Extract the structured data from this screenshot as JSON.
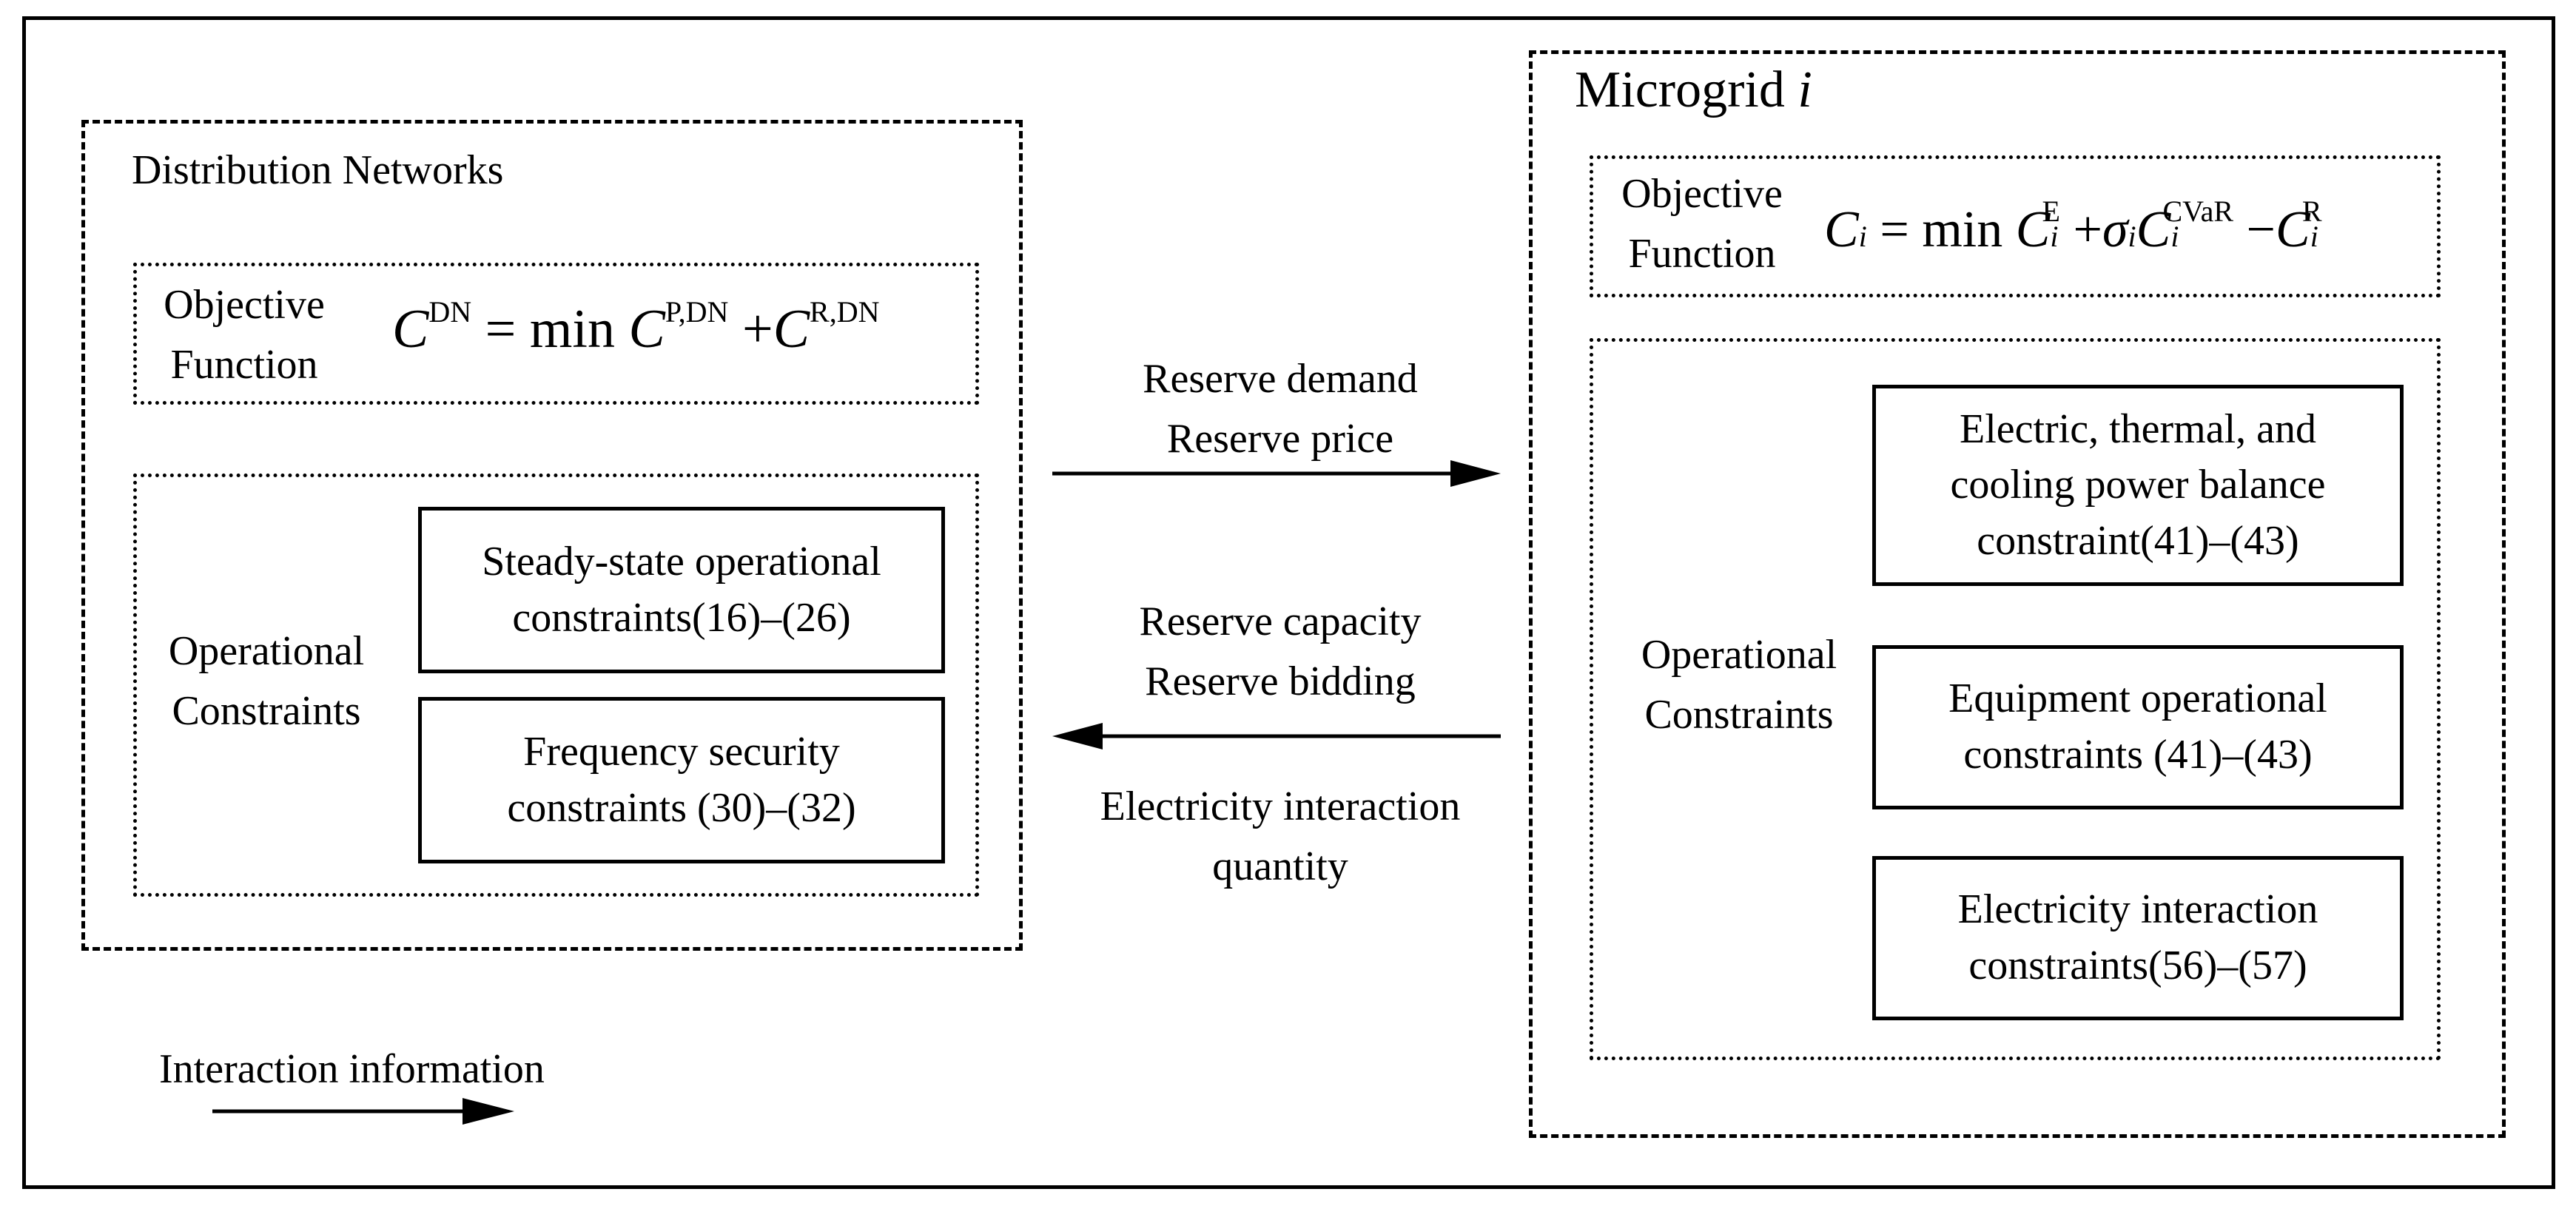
{
  "diagram": {
    "distribution": {
      "title": "Distribution Networks",
      "objective_label": "Objective\nFunction",
      "formula": {
        "lhs_sup": "DN",
        "op": "=",
        "min": "min",
        "term1_sup": "P,DN",
        "plus": "+",
        "term2_sup": "R,DN"
      },
      "operational_label": "Operational\nConstraints",
      "constraints": [
        "Steady-state operational\nconstraints(16)–(26)",
        "Frequency security\nconstraints (30)–(32)"
      ]
    },
    "microgrid": {
      "title": "Microgrid",
      "title_var": "i",
      "objective_label": "Objective\nFunction",
      "formula": {
        "sub": "i",
        "op": "=",
        "min": "min",
        "t1_sup": "E",
        "plus": "+",
        "t2_sup": "CVaR",
        "minus": "−",
        "t3_sup": "R"
      },
      "operational_label": "Operational\nConstraints",
      "constraints": [
        "Electric, thermal, and\ncooling power balance\nconstraint(41)–(43)",
        "Equipment operational\nconstraints (41)–(43)",
        "Electricity interaction\nconstraints(56)–(57)"
      ]
    },
    "arrows": {
      "to_microgrid": "Reserve demand\nReserve price",
      "to_distribution_top": "Reserve capacity\nReserve bidding",
      "to_distribution_bottom": "Electricity interaction\nquantity"
    },
    "legend": {
      "label": "Interaction information"
    }
  }
}
